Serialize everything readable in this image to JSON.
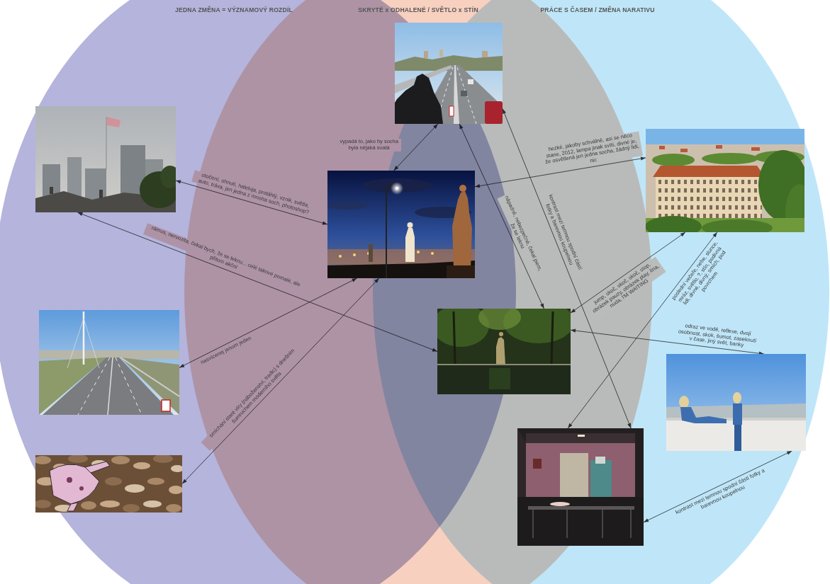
{
  "diagram": {
    "nodes": [
      {
        "text": [
          "JEDNA ZMĚNA = VÝZNAMOVÝ ROZDÍL"
        ]
      },
      {
        "text": [
          "SKRYTÉ x ODHALENÉ / SVĚTLO x STÍN"
        ]
      },
      {
        "text": [
          "PRÁCE S ČASEM / ZMĚNA NARATIVU"
        ]
      },
      {
        "text": []
      },
      {
        "text": [],
        "in": 0
      },
      {
        "text": [],
        "in": 2
      },
      {
        "text": []
      },
      {
        "text": [],
        "in": 0
      },
      {
        "text": []
      },
      {
        "text": []
      },
      {
        "text": []
      },
      {
        "text": [],
        "in": 0
      }
    ],
    "edges": [
      {
        "from": 4,
        "to": 6,
        "arrow": "both",
        "label": "otočení, ohnutí, haleluja, protáhlý, vznik, světla, auto, tráva, jen jedna z mnoha soch, photoshop?"
      },
      {
        "from": 4,
        "to": 8,
        "arrow": "both",
        "label": "rámus, nervozita, čekal bych, že se leknu... celé takové pomalé, ale přitom akční"
      },
      {
        "from": 6,
        "to": 3,
        "arrow": "both",
        "label": "vypadá to, jako by socha byla nějaká svatá"
      },
      {
        "from": 5,
        "to": 6,
        "arrow": "both",
        "label": "hezké, jakoby schválně, asi se něco stane, 2012, lampa jinak svítí, divné je, že osvětlená jen jedna socha, žádný lidi, nic"
      },
      {
        "from": 7,
        "to": 6,
        "arrow": "both",
        "label": "nasvícenej jenom jeden"
      },
      {
        "from": 11,
        "to": 6,
        "arrow": "both",
        "label": "smíchání staré víry (náboženství, tradic) s dnešním šumruchem moderního světa"
      },
      {
        "from": 3,
        "to": 8,
        "arrow": "both",
        "label": "nápadné, nebezpečné, čekal jsem, že se leknu"
      },
      {
        "from": 3,
        "to": 10,
        "arrow": "both",
        "label": "kontrast mezi temnou spodní částí fotky a barevnou koupelnou"
      },
      {
        "from": 8,
        "to": 5,
        "arrow": "both",
        "label": "jump, skoč, skoč, skoč, stop, obrázek pauzy, obrázek play, lína, nuda, I'M WAITING"
      },
      {
        "from": 10,
        "to": 5,
        "arrow": "both",
        "label": "poslední večeře, nebe, slunce, mráz, světlo, ?, stín, podivná lidi, divné, divný, smích, pod povrchem"
      },
      {
        "from": 8,
        "to": 9,
        "arrow": "both",
        "label": "odraz ve vodě, reflexe, dvojí osobnost, skok, šumot, zaseknutí v čase, jiný svět, banky"
      },
      {
        "from": 10,
        "to": 9,
        "arrow": "both",
        "label": "kontrast mezi temnou spodní částí fotky a barevnou koupelnou"
      }
    ]
  }
}
